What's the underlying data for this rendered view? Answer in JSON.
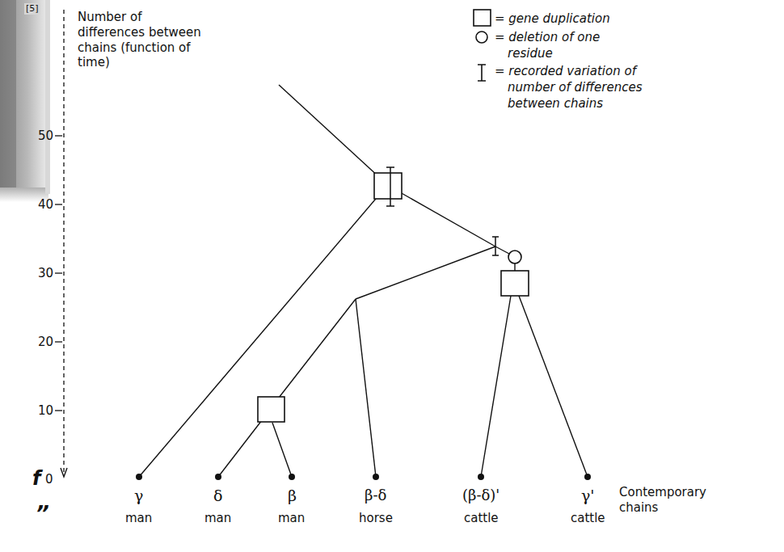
{
  "diagram": {
    "labels": [
      "[5]",
      "Number of differences between chains (function of time)",
      "50",
      "40",
      "30",
      "20",
      "10",
      "0",
      "γ",
      "man",
      "δ",
      "man",
      "β",
      "man",
      "β-δ",
      "horse",
      "(β-δ)'",
      "cattle",
      "γ'",
      "cattle",
      "Contemporary chains",
      "f",
      "”"
    ],
    "legend": [
      {
        "text": "= gene duplication"
      },
      {
        "text": "= deletion of one residue"
      },
      {
        "text": "= recorded variation of number of differences between chains"
      }
    ]
  }
}
